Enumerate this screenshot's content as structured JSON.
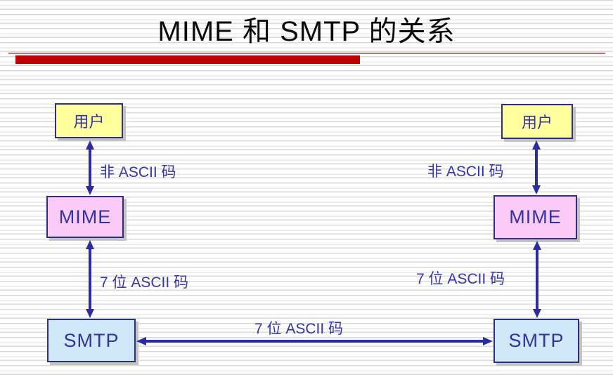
{
  "slide": {
    "title": "MIME 和 SMTP 的关系"
  },
  "accent_colors": {
    "title_bar_thick": "#c00000",
    "title_bar_thin": "#d96a6a",
    "arrow": "#2c2c9c",
    "link_label_text": "#3434ae",
    "box_border": "#2e2e84",
    "box_text": "#33339c"
  },
  "diagram": {
    "left_stack": {
      "user_box": {
        "label": "用户",
        "fill": "#ffff9e"
      },
      "mime_box": {
        "label": "MIME",
        "fill": "#fbcbf8"
      },
      "smtp_box": {
        "label": "SMTP",
        "fill": "#d0e9fa"
      },
      "user_mime_link_label": "非 ASCII 码",
      "mime_smtp_link_label": "7 位 ASCII 码"
    },
    "right_stack": {
      "user_box": {
        "label": "用户",
        "fill": "#ffff9e"
      },
      "mime_box": {
        "label": "MIME",
        "fill": "#fbcbf8"
      },
      "smtp_box": {
        "label": "SMTP",
        "fill": "#d0e9fa"
      },
      "user_mime_link_label": "非 ASCII 码",
      "mime_smtp_link_label": "7 位 ASCII 码"
    },
    "smtp_smtp_link_label": "7 位 ASCII 码"
  }
}
